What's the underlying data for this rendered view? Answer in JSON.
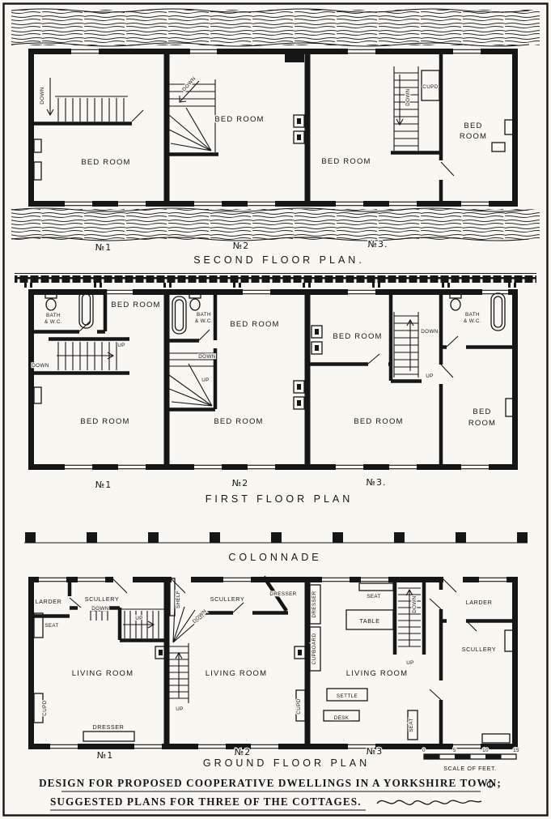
{
  "rooms": {
    "bed_room": "BED ROOM",
    "bed": "BED",
    "room": "ROOM",
    "living_room": "LIVING ROOM",
    "scullery": "SCULLERY",
    "larder": "LARDER",
    "bath": "BATH",
    "wc": "& W.C."
  },
  "furniture": {
    "seat": "SEAT",
    "dresser": "DRESSER",
    "table": "TABLE",
    "settle": "SETTLE",
    "desk": "DESK",
    "cupboard": "CUPBOARD",
    "shelf": "SHELF",
    "cupd": "CUPD"
  },
  "stairs": {
    "up": "UP",
    "down": "DOWN"
  },
  "sections": {
    "second_floor": {
      "title": "SECOND FLOOR PLAN.",
      "cottages": [
        "№1",
        "№2",
        "№3."
      ]
    },
    "first_floor": {
      "title": "FIRST FLOOR PLAN",
      "cottages": [
        "№1",
        "№2",
        "№3."
      ]
    },
    "colonnade": {
      "title": "COLONNADE"
    },
    "ground_floor": {
      "title": "GROUND FLOOR PLAN",
      "cottages": [
        "№1",
        "№2",
        "№3"
      ]
    }
  },
  "scale_bar": {
    "label": "SCALE OF FEET.",
    "ticks": [
      "0",
      "5",
      "10",
      "15"
    ]
  },
  "caption": {
    "line1": "DESIGN FOR PROPOSED COOPERATIVE DWELLINGS IN A YORKSHIRE TOWN;",
    "line2": "SUGGESTED PLANS FOR THREE OF THE COTTAGES."
  },
  "colors": {
    "ink": "#161616",
    "paper": "#f8f7f2"
  }
}
